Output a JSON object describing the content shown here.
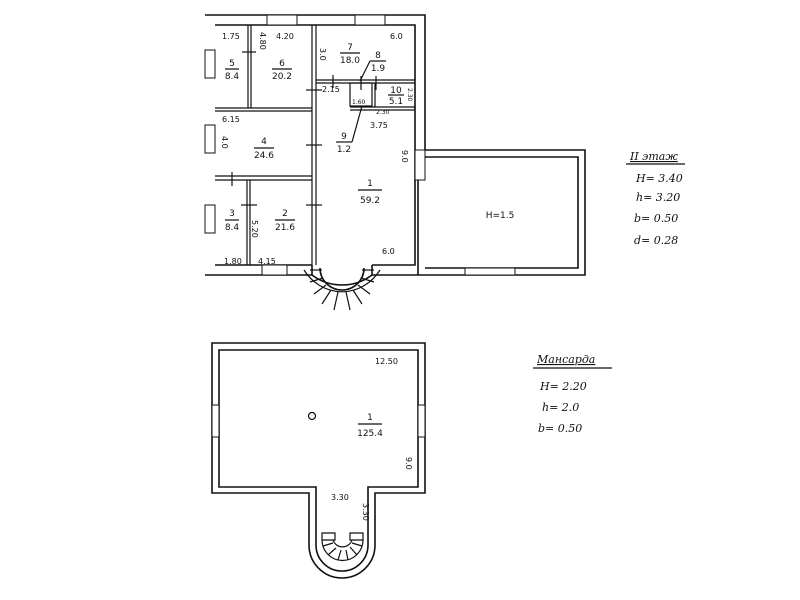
{
  "floor2": {
    "rooms": [
      {
        "no": "1",
        "area": "59.2"
      },
      {
        "no": "2",
        "area": "21.6"
      },
      {
        "no": "3",
        "area": "8.4"
      },
      {
        "no": "4",
        "area": "24.6"
      },
      {
        "no": "5",
        "area": "8.4"
      },
      {
        "no": "6",
        "area": "20.2"
      },
      {
        "no": "7",
        "area": "18.0"
      },
      {
        "no": "8",
        "area": "1.9"
      },
      {
        "no": "9",
        "area": "1.2"
      },
      {
        "no": "10",
        "area": "5.1"
      }
    ],
    "dimensions": [
      "1.75",
      "4.80",
      "4.20",
      "6.0",
      "3.0",
      "2.15",
      "1.60",
      "2.30",
      "2.30",
      "3.75",
      "6.15",
      "4.0",
      "9.0",
      "5.20",
      "1.80",
      "4.15",
      "6.0"
    ],
    "terrace_label": "H=1.5"
  },
  "floor2_notes": {
    "heading": "II этаж",
    "lines": [
      "H= 3.40",
      "h= 3.20",
      "b= 0.50",
      "d= 0.28"
    ]
  },
  "attic": {
    "room": {
      "no": "1",
      "area": "125.4"
    },
    "dimensions": [
      "12.50",
      "9.0",
      "3.30",
      "3.30"
    ]
  },
  "attic_notes": {
    "heading": "Мансарда",
    "lines": [
      "H= 2.20",
      "h= 2.0",
      "b= 0.50"
    ]
  }
}
